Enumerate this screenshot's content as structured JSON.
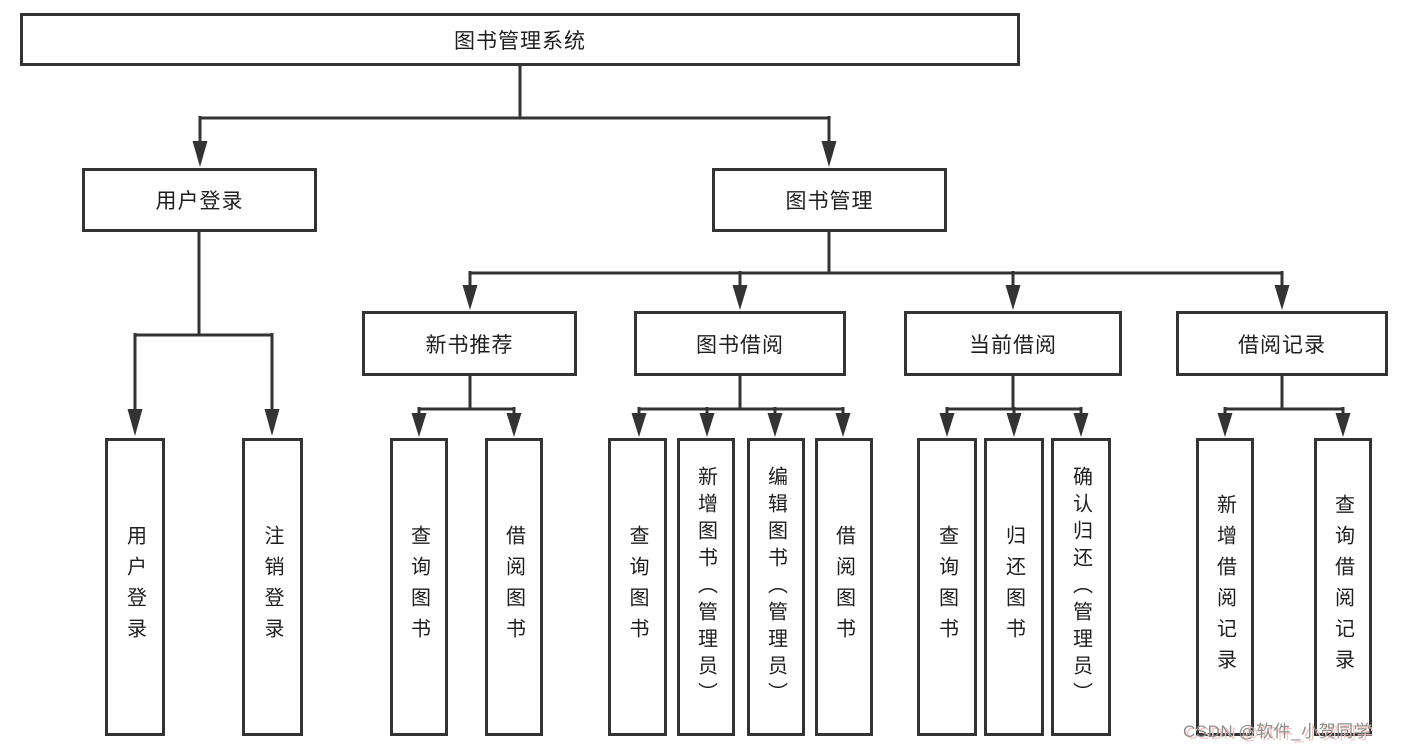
{
  "diagram_type": "functional-structure-tree",
  "colors": {
    "background": "#ffffff",
    "line": "#333333",
    "box_border": "#333333",
    "text": "#1e1e1e",
    "watermark_text": "#8f8f8f",
    "watermark_shadow": "#f3c5c5"
  },
  "tree": {
    "root": {
      "label": "图书管理系统"
    },
    "branches": [
      {
        "label": "用户登录",
        "children": [
          {
            "label": "用户登录"
          },
          {
            "label": "注销登录"
          }
        ]
      },
      {
        "label": "图书管理",
        "children": [
          {
            "label": "新书推荐",
            "children": [
              {
                "label": "查询图书"
              },
              {
                "label": "借阅图书"
              }
            ]
          },
          {
            "label": "图书借阅",
            "children": [
              {
                "label": "查询图书"
              },
              {
                "label": "新增图书（管理员）"
              },
              {
                "label": "编辑图书（管理员）"
              },
              {
                "label": "借阅图书"
              }
            ]
          },
          {
            "label": "当前借阅",
            "children": [
              {
                "label": "查询图书"
              },
              {
                "label": "归还图书"
              },
              {
                "label": "确认归还（管理员）"
              }
            ]
          },
          {
            "label": "借阅记录",
            "children": [
              {
                "label": "新增借阅记录"
              },
              {
                "label": "查询借阅记录"
              }
            ]
          }
        ]
      }
    ]
  },
  "watermark": {
    "text": "CSDN @软件_小贺同学"
  }
}
